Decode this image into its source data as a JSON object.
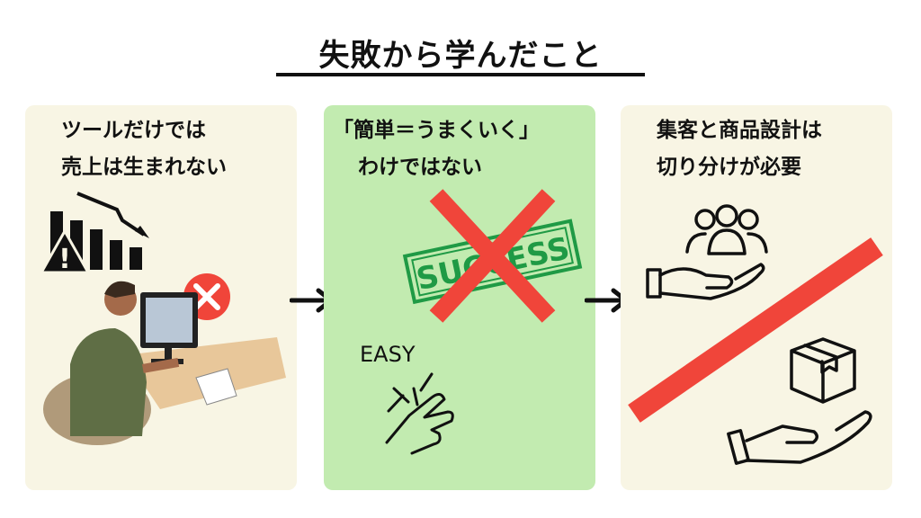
{
  "title": "失敗から学んだこと",
  "panels": [
    {
      "lines": [
        "ツールだけでは",
        "売上は生まれない"
      ],
      "color": "#f8f5e4"
    },
    {
      "lines": [
        "「簡単＝うまくいく」",
        "わけではない"
      ],
      "stamp": "SUCCESS",
      "easy_label": "EASY",
      "color": "#c2ebb0"
    },
    {
      "lines": [
        "集客と商品設計は",
        "切り分けが必要"
      ],
      "color": "#f8f5e4"
    }
  ],
  "colors": {
    "cross": "#f0453a",
    "stamp": "#1f9a45"
  }
}
